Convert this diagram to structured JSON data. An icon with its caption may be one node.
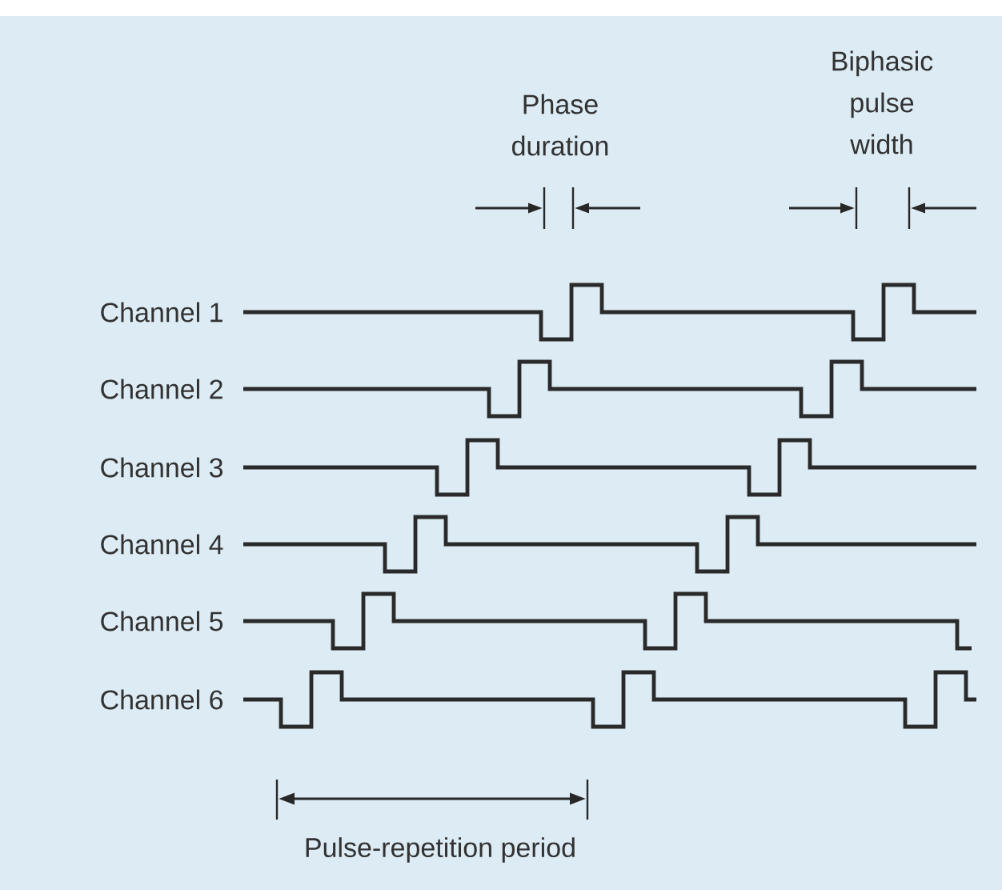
{
  "diagram": {
    "labels": [
      "Phase duration",
      "Biphasic pulse width",
      "Channel 1",
      "Channel 2",
      "Channel 3",
      "Channel 4",
      "Channel 5",
      "Channel 6",
      "Pulse-repetition period"
    ]
  }
}
